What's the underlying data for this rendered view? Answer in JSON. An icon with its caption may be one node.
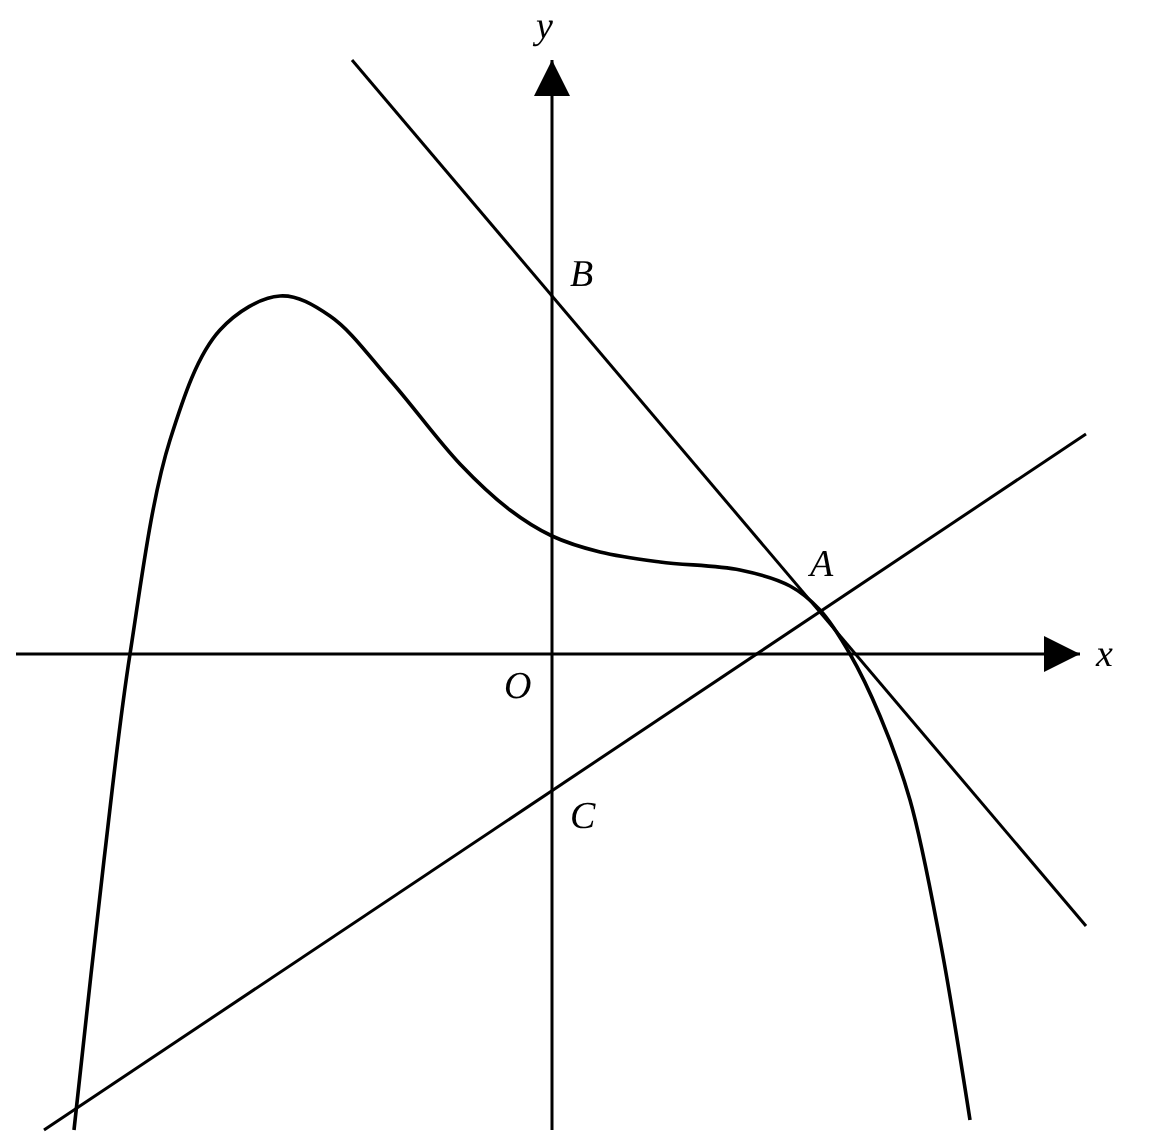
{
  "diagram": {
    "labels": [
      "y",
      "B",
      "A",
      "x",
      "O",
      "C"
    ]
  }
}
